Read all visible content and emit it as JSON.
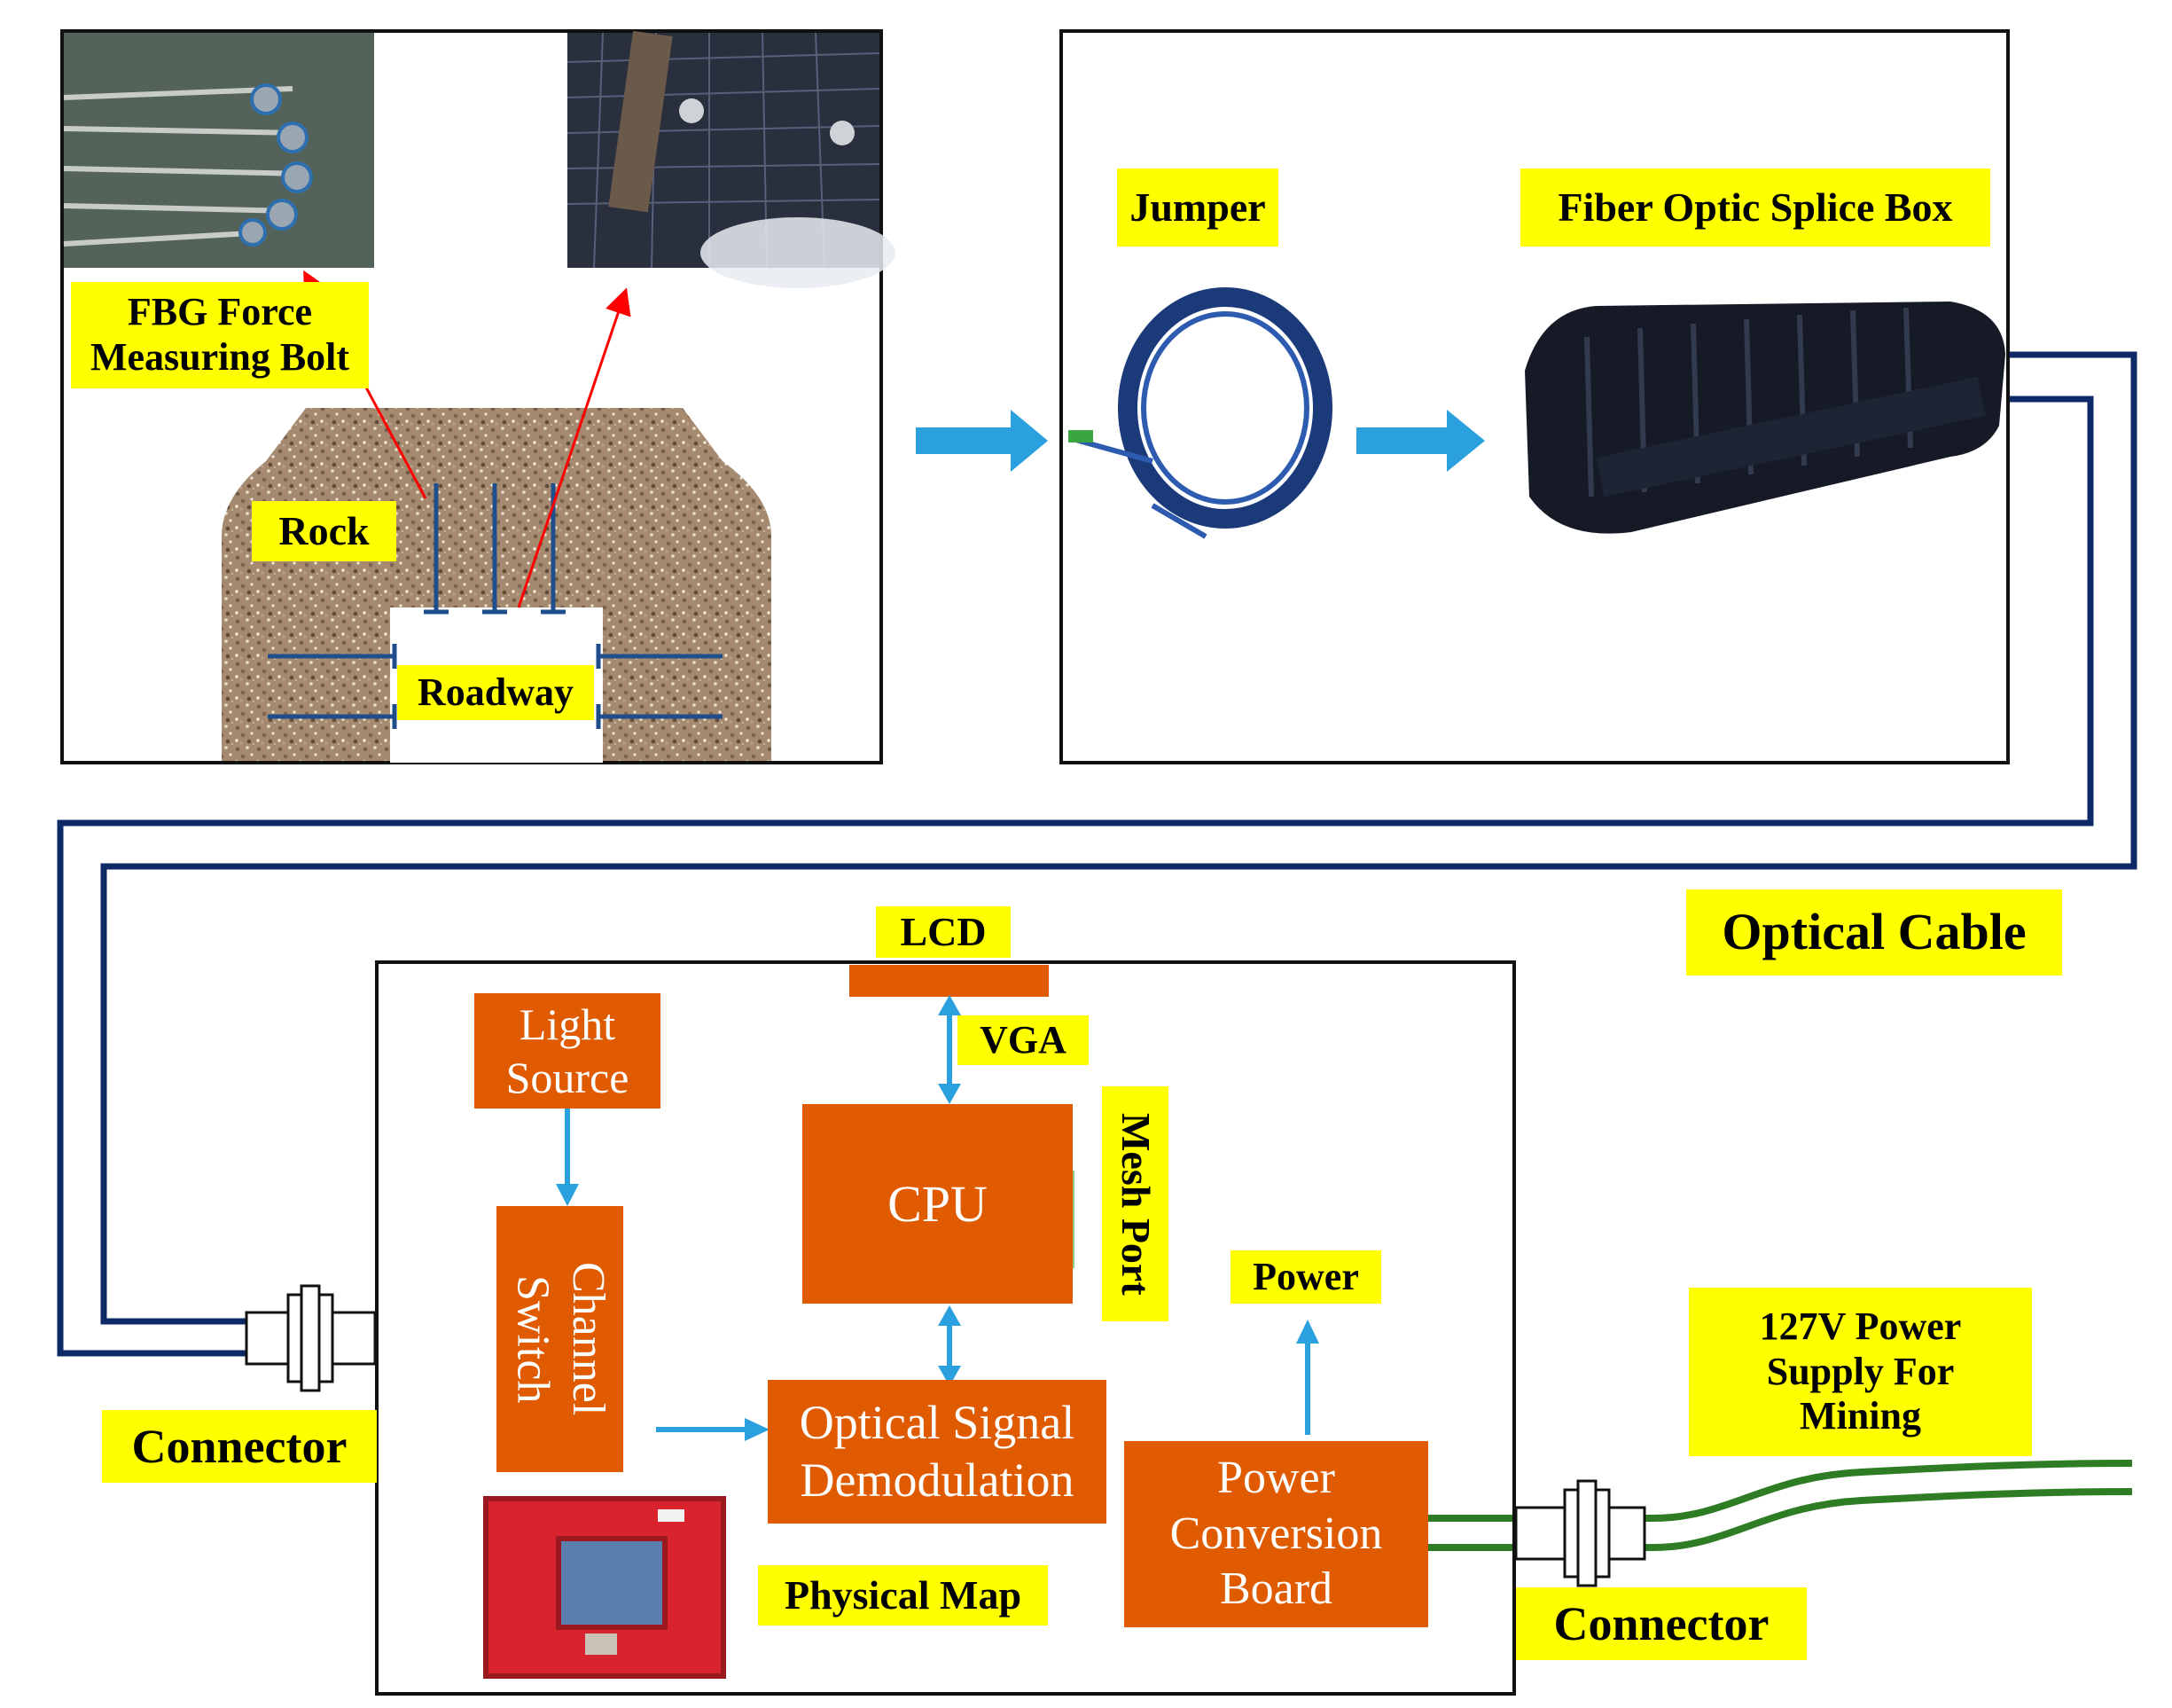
{
  "colors": {
    "label_bg": "#ffff00",
    "block_fill": "#e05a00",
    "arrow_blue": "#2aa0de",
    "cable_navy": "#0d2a66",
    "power_green": "#2e7d24",
    "leader_red": "#ff0000",
    "rock_texture": "#a58a6f"
  },
  "panels": {
    "field": {
      "fbg_label": "FBG Force\nMeasuring Bolt",
      "rock_label": "Rock",
      "roadway_label": "Roadway",
      "photo_left_icon": "bolt-photo-icon",
      "photo_right_icon": "mesh-photo-icon"
    },
    "transmission": {
      "jumper_label": "Jumper",
      "splice_label": "Fiber Optic Splice Box",
      "jumper_icon": "fiber-coil-icon",
      "splice_icon": "splice-box-icon"
    }
  },
  "cable_label": "Optical Cable",
  "device": {
    "lcd": "LCD",
    "vga": "VGA",
    "light_source": "Light\nSource",
    "cpu": "CPU",
    "mesh_port": "Mesh Port",
    "channel_switch": "Channel\nSwitch",
    "optical_demod": "Optical Signal\nDemodulation",
    "power_label": "Power",
    "power_board": "Power\nConversion\nBoard",
    "physical_map": "Physical Map",
    "photo_icon": "device-photo-icon"
  },
  "connector_left": "Connector",
  "connector_right": "Connector",
  "supply_label": "127V Power\nSupply For\nMining"
}
